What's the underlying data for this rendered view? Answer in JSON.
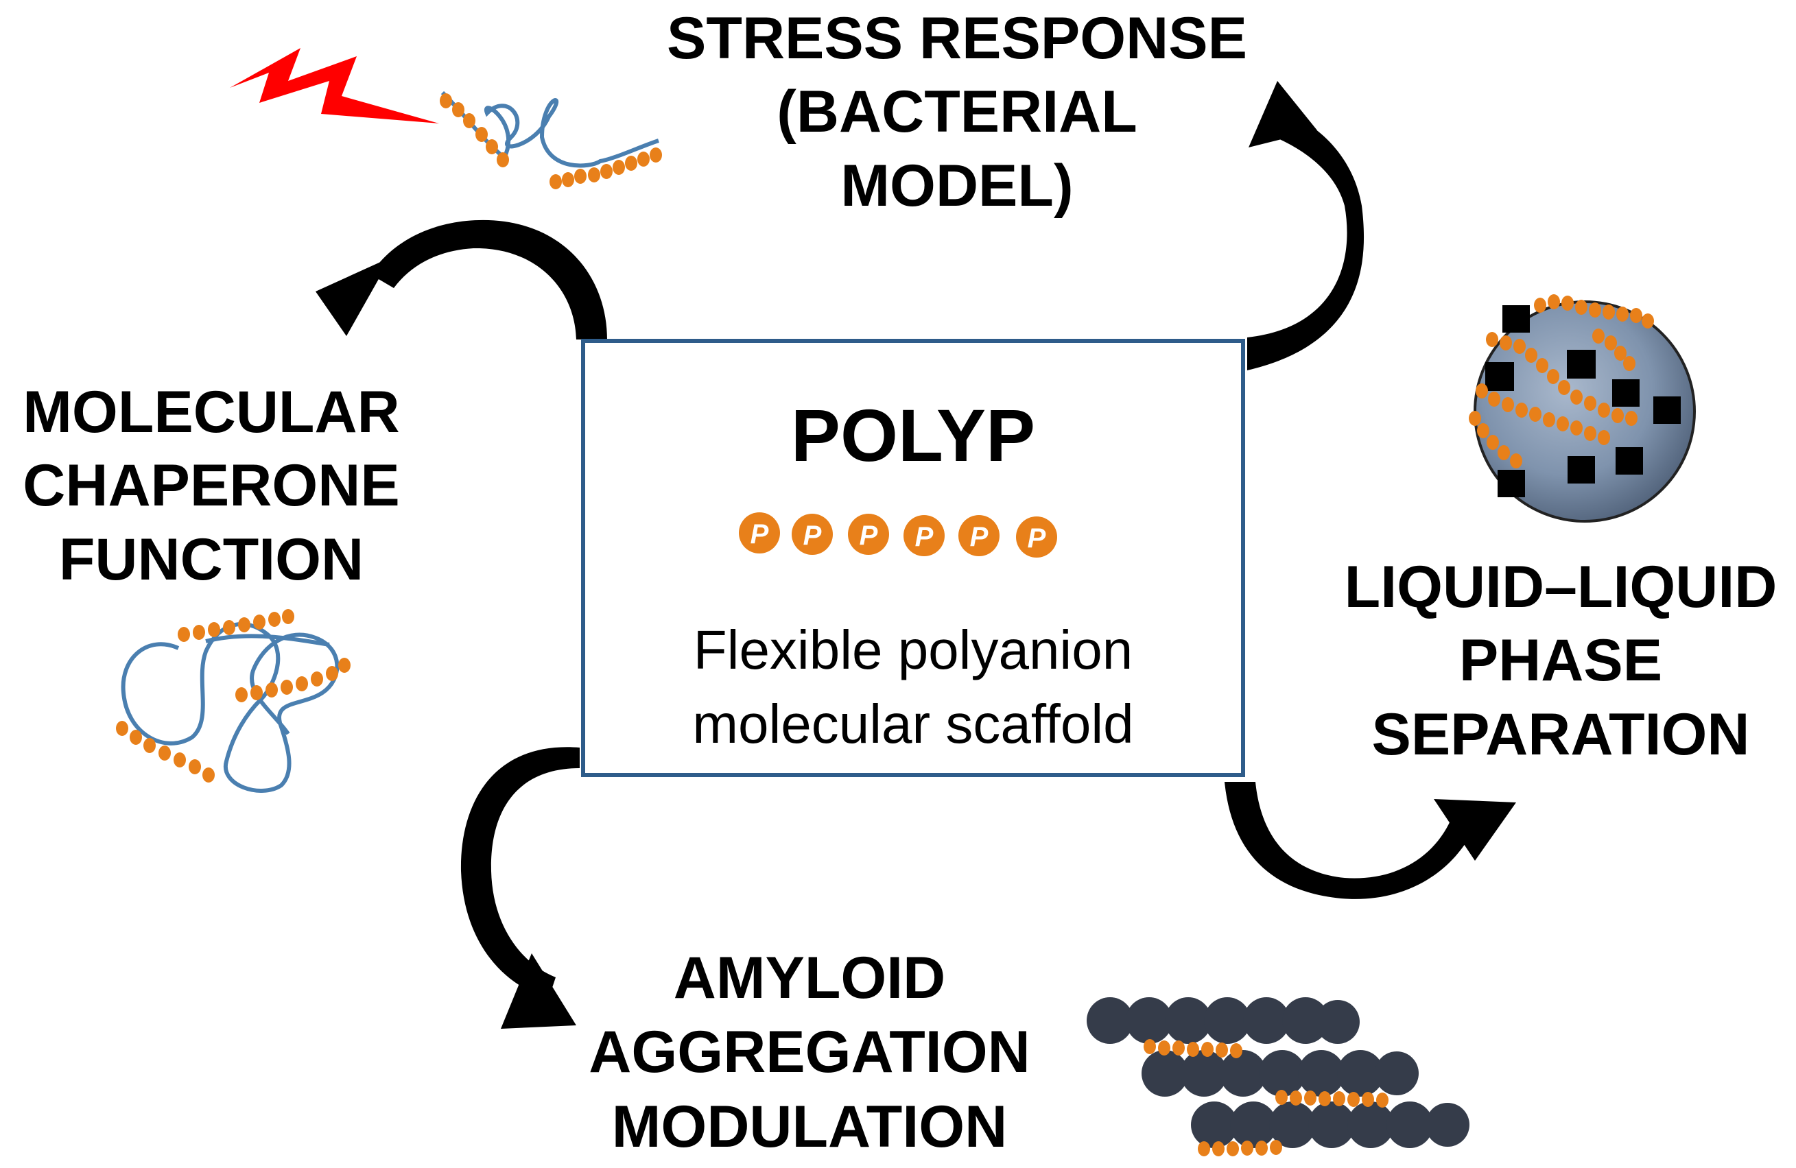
{
  "center": {
    "title": "POLYP",
    "p_glyph": "P",
    "subtitle_line1": "Flexible polyanion",
    "subtitle_line2": "molecular scaffold"
  },
  "nodes": {
    "stress": {
      "line1": "STRESS RESPONSE",
      "line2": "(BACTERIAL",
      "line3": "MODEL)"
    },
    "chaperone": {
      "line1": "MOLECULAR",
      "line2": "CHAPERONE",
      "line3": "FUNCTION"
    },
    "llps": {
      "line1": "LIQUID–LIQUID",
      "line2": "PHASE",
      "line3": "SEPARATION"
    },
    "amyloid": {
      "line1": "AMYLOID",
      "line2": "AGGREGATION",
      "line3": "MODULATION"
    }
  },
  "colors": {
    "polyp_orange": "#E8801A",
    "box_border": "#2E5C8A",
    "protein_blue": "#4A7FB0",
    "fibril_dark": "#353C4A",
    "droplet_fill": "#8294AE",
    "lightning_red": "#FF0000",
    "arrow_black": "#000000"
  },
  "icons": [
    "lightning-icon",
    "unfolded-protein-icon",
    "droplet-icon",
    "amyloid-fibril-icon"
  ]
}
